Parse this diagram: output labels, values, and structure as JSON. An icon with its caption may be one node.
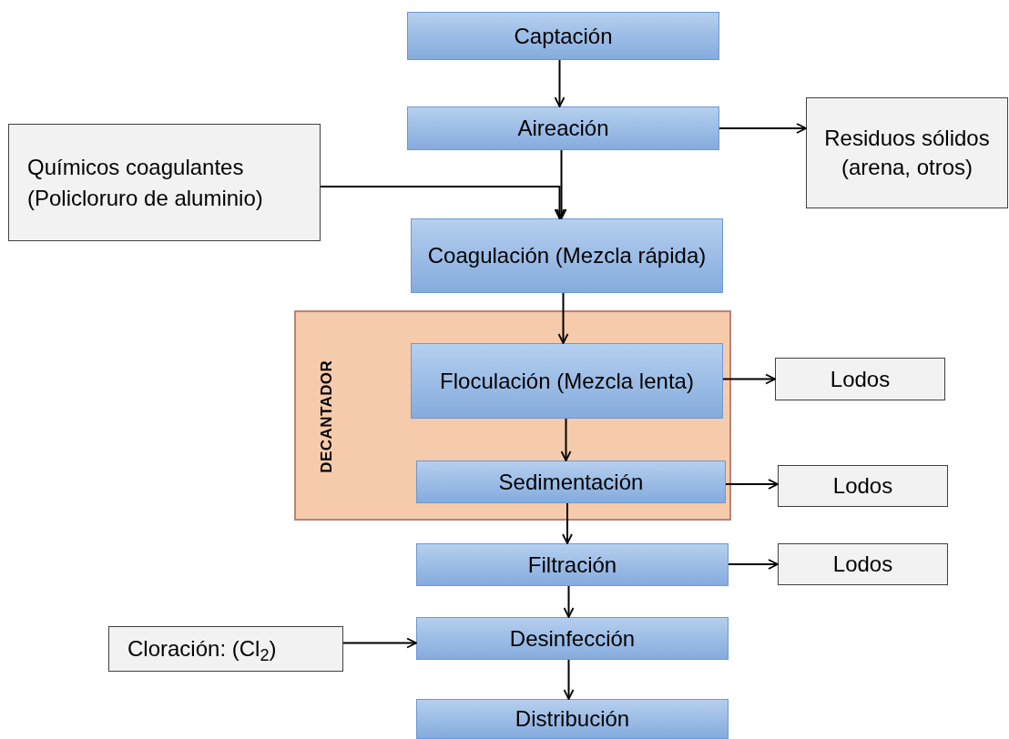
{
  "diagram": {
    "nodes": [
      {
        "text": [
          "Captación"
        ]
      },
      {
        "text": [
          "Aireación"
        ]
      },
      {
        "text": [
          "Residuos sólidos (arena, otros)"
        ]
      },
      {
        "text": [
          "Químicos coagulantes (Policloruro de aluminio)"
        ]
      },
      {
        "text": [
          "Coagulación (Mezcla rápida)"
        ]
      },
      {
        "text": [
          "DECANTADOR"
        ]
      },
      {
        "text": [
          "Floculación (Mezcla lenta)"
        ],
        "in": 5
      },
      {
        "text": [
          "Lodos"
        ]
      },
      {
        "text": [
          "Sedimentación"
        ],
        "in": 5
      },
      {
        "text": [
          "Lodos"
        ]
      },
      {
        "text": [
          "Filtración"
        ]
      },
      {
        "text": [
          "Lodos"
        ]
      },
      {
        "text": [
          "Cloración: (Cl$_{2}$)"
        ]
      },
      {
        "text": [
          "Desinfección"
        ]
      },
      {
        "text": [
          "Distribución"
        ]
      }
    ],
    "edges": [
      {
        "from": 0,
        "to": 1,
        "arrow": "to"
      },
      {
        "from": 1,
        "to": 4,
        "arrow": "to"
      },
      {
        "from": 1,
        "to": 2,
        "arrow": "to"
      },
      {
        "from": 3,
        "to": 4,
        "arrow": "to"
      },
      {
        "from": 4,
        "to": 6,
        "arrow": "to"
      },
      {
        "from": 6,
        "to": 7,
        "arrow": "to"
      },
      {
        "from": 6,
        "to": 8,
        "arrow": "to"
      },
      {
        "from": 8,
        "to": 9,
        "arrow": "to"
      },
      {
        "from": 8,
        "to": 10,
        "arrow": "to"
      },
      {
        "from": 10,
        "to": 11,
        "arrow": "to"
      },
      {
        "from": 10,
        "to": 13,
        "arrow": "to"
      },
      {
        "from": 12,
        "to": 13,
        "arrow": "to"
      },
      {
        "from": 13,
        "to": 14,
        "arrow": "to"
      }
    ]
  }
}
